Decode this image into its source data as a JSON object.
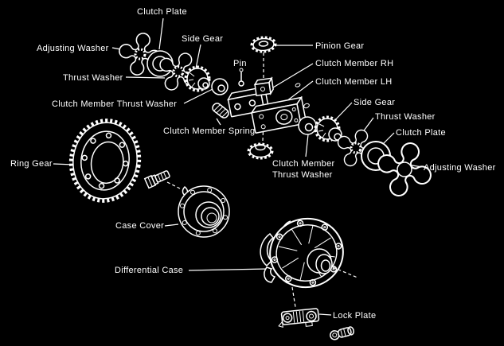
{
  "diagram": {
    "type": "exploded-parts-diagram",
    "colors": {
      "background": "#000000",
      "line": "#ffffff",
      "text": "#ffffff"
    },
    "labels": {
      "clutch_plate_left": "Clutch Plate",
      "side_gear_left": "Side Gear",
      "adjusting_washer_left": "Adjusting Washer",
      "thrust_washer_left": "Thrust Washer",
      "clutch_member_thrust_washer_left": "Clutch Member Thrust Washer",
      "pin": "Pin",
      "pinion_gear": "Pinion Gear",
      "clutch_member_rh": "Clutch Member RH",
      "clutch_member_lh": "Clutch Member LH",
      "side_gear_right": "Side Gear",
      "thrust_washer_right": "Thrust Washer",
      "clutch_plate_right": "Clutch Plate",
      "adjusting_washer_right": "Adjusting Washer",
      "clutch_member_spring": "Clutch Member Spring",
      "clutch_member_thrust_washer_right": {
        "line1": "Clutch Member",
        "line2": "Thrust Washer"
      },
      "ring_gear": "Ring Gear",
      "case_cover": "Case Cover",
      "differential_case": "Differential Case",
      "lock_plate": "Lock Plate"
    }
  }
}
